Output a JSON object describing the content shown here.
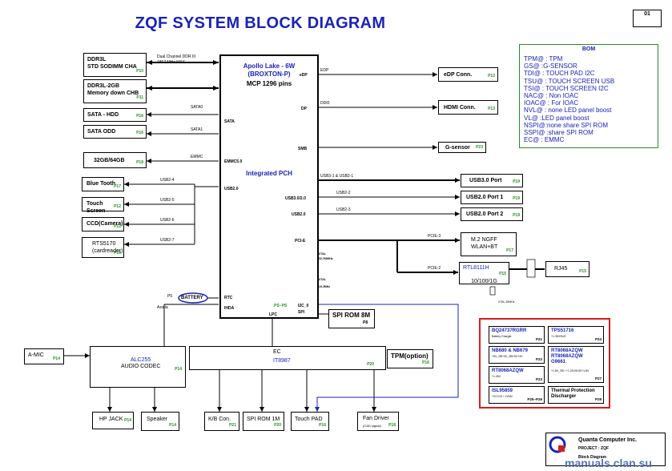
{
  "title": "ZQF SYSTEM BLOCK DIAGRAM",
  "page_number": "01",
  "cpu": {
    "line1": "Apollo Lake - 6W",
    "line2": "(BROXTON-P)",
    "line3": "MCP 1296 pins",
    "pch": "Integrated  PCH"
  },
  "memory": {
    "cha": {
      "l1": "DDR3L",
      "l2": "STD SODIMM CHA",
      "p": "P10"
    },
    "chb": {
      "l1": "DDR3L-2GB",
      "l2": "Memory down CHB",
      "p": "P11"
    },
    "bus1": "Dual Channel DDR III",
    "bus2": "1867 MHz MAX"
  },
  "left": {
    "sata_hdd": {
      "label": "SATA - HDD",
      "p": "P16"
    },
    "sata_odd": {
      "label": "SATA ODD",
      "p": "P16"
    },
    "emmc": {
      "label": "32GB/64GB",
      "p": "P18"
    },
    "bt": {
      "label": "Blue Tooth",
      "p": "P17"
    },
    "touch_screen": {
      "label": "Touch Screen",
      "p": "P12"
    },
    "ccd": {
      "label": "CCD(Camera)",
      "p": "P12"
    },
    "rts": {
      "l1": "RTS5170",
      "l2": "(cardreader)",
      "p": "P19"
    }
  },
  "bus_labels": {
    "sata0": "SATA0",
    "sata1": "SATA1",
    "emmc": "EMMC",
    "usb4": "USB2-4",
    "usb5": "USB2-5",
    "usb6": "USB2-6",
    "usb7": "USB2-7",
    "edp": "EDP",
    "ddi0": "DDI0",
    "usb31": "USB3-1 & USB2-1",
    "usb22": "USB2-2",
    "usb23": "USB2-3",
    "pcie3": "PCIE-3",
    "pcie2": "PCIE-2",
    "azalia": "Azalia",
    "p5": "P5"
  },
  "cpu_ports": {
    "edp": "eDP",
    "dp": "DP",
    "sata": "SATA",
    "emmc": "EMMC5.0",
    "usb": "USB2.0",
    "smb": "SMB",
    "usb3": "USB3.0/2.0",
    "usb2": "USB2.0",
    "pcie": "PCI-E",
    "rtc": "RTC",
    "hda": "IHDA",
    "ps": "PS~PS",
    "i2c": "I2C_0",
    "lpc": "LPC",
    "spi": "SPI",
    "xtal1a": "XTAL",
    "xtal1b": "32.768KHz",
    "xtal2": "XTAL 19.2MHz"
  },
  "right": {
    "edp": {
      "label": "eDP  Conn.",
      "p": "P12"
    },
    "hdmi": {
      "label": "HDMI Conn.",
      "p": "P13"
    },
    "gsensor": {
      "label": "G-sensor",
      "p": "P23"
    },
    "usb3": {
      "label": "USB3.0 Port",
      "p": "P19"
    },
    "usb2a": {
      "label": "USB2.0 Port 1",
      "p": "P19"
    },
    "usb2b": {
      "label": "USB2.0 Port 2",
      "p": "P19"
    },
    "m2": {
      "l1": "M.2 NGFF",
      "l2": "WLAN+BT",
      "p": "P17"
    },
    "rtl": {
      "l1": "RTL8111H",
      "l2": "10/100/1G",
      "p": "P15"
    },
    "rtl_xtal": "XTAL 25MHz",
    "rj45": {
      "label": "RJ45",
      "p": "P15"
    }
  },
  "battery": "BATTERY",
  "spi_rom": {
    "label": "SPI ROM 8M",
    "p": "P8"
  },
  "ec": {
    "l1": "EC",
    "l2": "IT8987",
    "p": "P20"
  },
  "tpm": {
    "label": "TPM(option)",
    "p": "P16"
  },
  "audio": {
    "l1": "ALC255",
    "l2": "AUDIO CODEC",
    "p": "P14"
  },
  "amic": {
    "label": "A-MIC",
    "p": "P14"
  },
  "bottom": {
    "hp": {
      "label": "HP JACK",
      "p": "P14"
    },
    "spk": {
      "label": "Speaker",
      "p": "P14"
    },
    "kb": {
      "label": "K/B Con.",
      "p": "P21"
    },
    "spi1m": {
      "label": "SPI ROM 1M",
      "p": "P20"
    },
    "tp": {
      "label": "Touch PAD",
      "p": "P16"
    },
    "fan": {
      "l1": "Fan Driver",
      "l2": "(CAD signal)",
      "p": "P18"
    }
  },
  "bom": {
    "title": "BOM",
    "rows": [
      "TPM@   : TPM",
      "GS@      :G-SENSOR",
      "TDI@     : TOUCH PAD I2C",
      "TSU@    : TOUCH SCREEN USB",
      "TSI@      : TOUCH SCREEN I2C",
      "NAC@    : Non IOAC",
      "IOAC@   : For IOAC",
      "NVL@     : none LED panel boost",
      "VL@       :LED panel boost",
      "NSPI@:none share SPI ROM",
      "SSPI@    :share SPI ROM",
      "EC@      : EMMC"
    ]
  },
  "power": {
    "b1": {
      "l1": "BQ24737RGRR",
      "s": "Battery Charger",
      "p": "P21"
    },
    "b2": {
      "l1": "TPS51716",
      "s": "+1.35VSUS",
      "p": "P24"
    },
    "b3": {
      "l1": "NB680 & NB679",
      "s": "+5V_SB+3V_SB+5V+3V",
      "p": "P22"
    },
    "b4": {
      "l1": "RT8068AZQW",
      "l2": "RT8068AZQW",
      "l3": "G9661",
      "s": "+1.8V_SB / +1.24VSUS/+1.8V",
      "p": "P27"
    },
    "b5": {
      "l1": "RT8068AZQW",
      "s": "+1.05V",
      "p": "P23"
    },
    "b6": {
      "l1": "ISL95859",
      "s": "+VCCGI / +VNN",
      "p": "P25~P26"
    },
    "b7": {
      "l1": "Thermal Protection",
      "l2": "Discharger",
      "p": "P28"
    }
  },
  "logo": {
    "company": "Quanta Computer Inc.",
    "project": "PROJECT :  ZQF",
    "doc": "Block Diagram"
  },
  "watermark": "manuals.clan.su"
}
